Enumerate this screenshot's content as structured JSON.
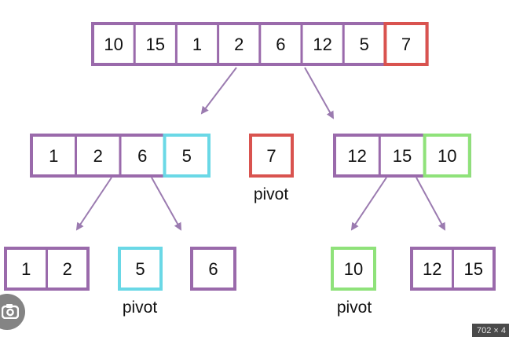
{
  "colors": {
    "array_border": "#9a6aab",
    "pivot_red": "#d9534f",
    "pivot_cyan": "#6ad8e6",
    "pivot_green": "#8fe27a",
    "arrow": "#9b7bb0",
    "text": "#111111"
  },
  "diagram": {
    "top_array": {
      "values": [
        "10",
        "15",
        "1",
        "2",
        "6",
        "12",
        "5",
        "7"
      ],
      "pivot_index": 7,
      "pivot_color": "red"
    },
    "left_array": {
      "values": [
        "1",
        "2",
        "6",
        "5"
      ],
      "pivot_index": 3,
      "pivot_color": "cyan"
    },
    "middle_pivot": {
      "value": "7",
      "color": "red",
      "label": "pivot"
    },
    "right_array": {
      "values": [
        "12",
        "15",
        "10"
      ],
      "pivot_index": 2,
      "pivot_color": "green"
    },
    "bottom_left_array": {
      "values": [
        "1",
        "2"
      ]
    },
    "bottom_left_pivot": {
      "value": "5",
      "color": "cyan",
      "label": "pivot"
    },
    "bottom_six": {
      "value": "6"
    },
    "bottom_right_pivot": {
      "value": "10",
      "color": "green",
      "label": "pivot"
    },
    "bottom_right_array": {
      "values": [
        "12",
        "15"
      ]
    }
  },
  "overlay": {
    "lens_icon": "lens-icon",
    "size_badge": "702 × 4"
  }
}
